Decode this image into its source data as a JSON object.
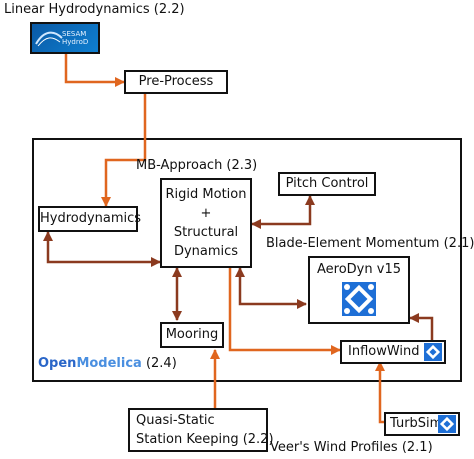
{
  "title_linear": "Linear Hydrodynamics (2.2)",
  "sesam_logo": "SESAM HydroD",
  "preprocess": "Pre-Process",
  "mb_approach": "MB-Approach (2.3)",
  "rigid_motion_lines": [
    "Rigid Motion",
    "+",
    "Structural",
    "Dynamics"
  ],
  "pitch_control": "Pitch Control",
  "hydrodynamics": "Hydrodynamics",
  "bem_label": "Blade-Element Momentum (2.1)",
  "aerodyn": "AeroDyn v15",
  "mooring": "Mooring",
  "inflowwind": "InflowWind",
  "openmodelica": {
    "part1": "Open",
    "part2": "Modelica",
    "version": " (2.4)"
  },
  "quasi_static_lines": [
    "Quasi-Static",
    "Station Keeping (2.2)"
  ],
  "turbsim": "TurbSim",
  "veers": "Veer's Wind Profiles (2.1)",
  "colors": {
    "arrow_orange": "#e0661f",
    "arrow_brown": "#8b3a1f",
    "icon_blue": "#1e6fd6"
  }
}
